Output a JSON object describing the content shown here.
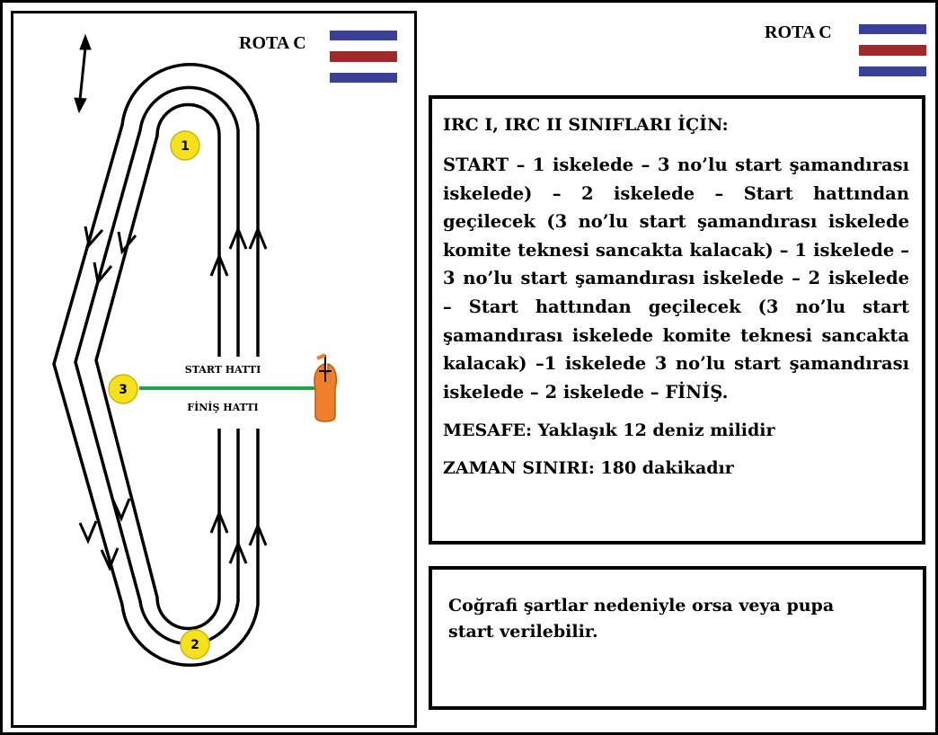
{
  "route_label": "ROTA C",
  "flag_colors": {
    "blue": "#3a3f9c",
    "white": "#ffffff",
    "red": "#9e2a2b"
  },
  "course": {
    "start_line_label": "START HATTI",
    "finish_line_label": "FİNİŞ HATTI",
    "buoys": [
      {
        "number": "1"
      },
      {
        "number": "2"
      },
      {
        "number": "3"
      }
    ],
    "buoy_color": "#f5e21a",
    "line_color": "#22a64a",
    "committee_boat_color": "#f07f2a"
  },
  "instructions": {
    "title": "IRC I, IRC II SINIFLARI İÇİN:",
    "body": "START – 1 iskelede – 3 no’lu start şamandırası iskelede) – 2 iskelede – Start hattından geçilecek (3 no’lu start şamandırası iskelede komite teknesi sancakta kalacak) – 1 iskelede – 3 no’lu start şamandırası iskelede – 2 iskelede – Start hattından geçilecek (3 no’lu start şamandırası iskelede komite teknesi sancakta kalacak) –1 iskelede 3 no’lu start şamandırası iskelede – 2 iskelede – FİNİŞ.",
    "distance": "MESAFE: Yaklaşık 12 deniz milidir",
    "time_limit": "ZAMAN SINIRI: 180 dakikadır"
  },
  "note": "Coğrafi şartlar nedeniyle orsa veya pupa start verilebilir."
}
